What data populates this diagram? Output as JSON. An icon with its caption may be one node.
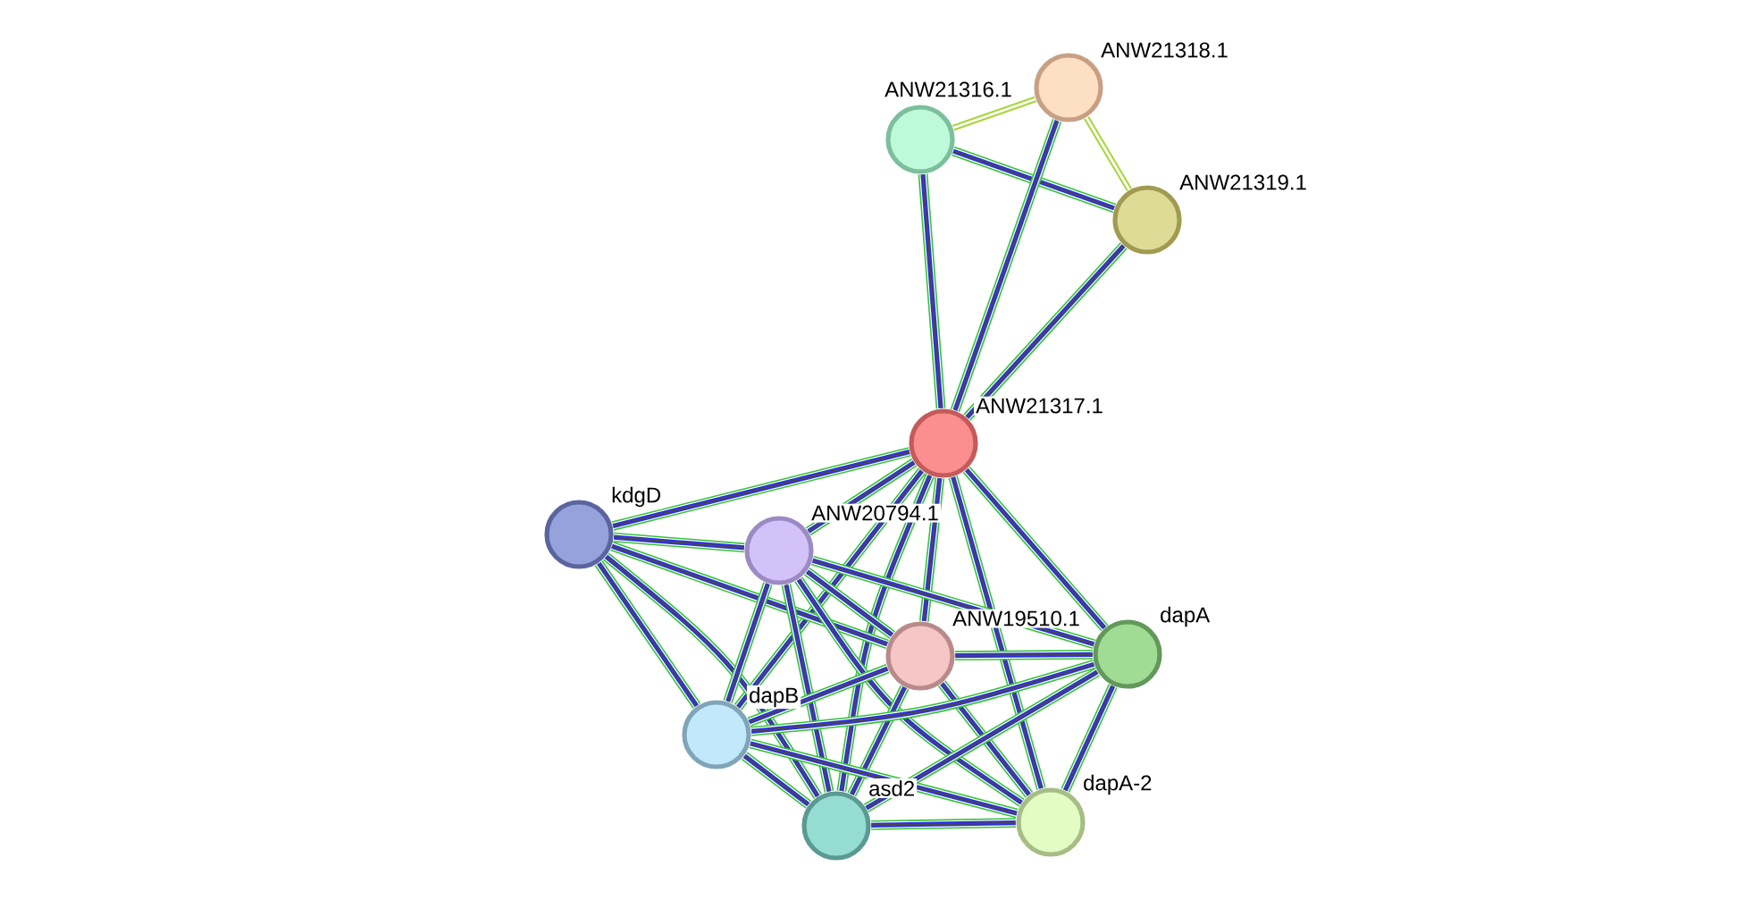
{
  "diagram": {
    "nodes": [
      {
        "text": [
          "ANW21318.1"
        ]
      },
      {
        "text": [
          "ANW21316.1"
        ]
      },
      {
        "text": [
          "ANW21319.1"
        ]
      },
      {
        "text": [
          "ANW21317.1"
        ]
      },
      {
        "text": [
          "kdgD"
        ]
      },
      {
        "text": [
          "ANW20794.1"
        ]
      },
      {
        "text": [
          "ANW19510.1"
        ]
      },
      {
        "text": [
          "dapA"
        ]
      },
      {
        "text": [
          "dapB"
        ]
      },
      {
        "text": [
          "asd2"
        ]
      },
      {
        "text": [
          "dapA-2"
        ]
      }
    ],
    "edges": [
      {
        "from": 1,
        "to": 0,
        "arrow": "none",
        "color": "#a6d63a"
      },
      {
        "from": 0,
        "to": 2,
        "arrow": "none",
        "color": "#a6d63a"
      },
      {
        "from": 1,
        "to": 2,
        "arrow": "none"
      },
      {
        "from": 1,
        "to": 3,
        "arrow": "none"
      },
      {
        "from": 0,
        "to": 3,
        "arrow": "none"
      },
      {
        "from": 2,
        "to": 3,
        "arrow": "none"
      },
      {
        "from": 3,
        "to": 4,
        "arrow": "none"
      },
      {
        "from": 3,
        "to": 5,
        "arrow": "none"
      },
      {
        "from": 3,
        "to": 6,
        "arrow": "none"
      },
      {
        "from": 3,
        "to": 7,
        "arrow": "none"
      },
      {
        "from": 3,
        "to": 8,
        "arrow": "none"
      },
      {
        "from": 3,
        "to": 9,
        "arrow": "none"
      },
      {
        "from": 3,
        "to": 10,
        "arrow": "none"
      },
      {
        "from": 4,
        "to": 5,
        "arrow": "none"
      },
      {
        "from": 4,
        "to": 6,
        "arrow": "none"
      },
      {
        "from": 4,
        "to": 8,
        "arrow": "none"
      },
      {
        "from": 4,
        "to": 9,
        "arrow": "none"
      },
      {
        "from": 5,
        "to": 6,
        "arrow": "none"
      },
      {
        "from": 5,
        "to": 7,
        "arrow": "none"
      },
      {
        "from": 5,
        "to": 8,
        "arrow": "none"
      },
      {
        "from": 5,
        "to": 9,
        "arrow": "none"
      },
      {
        "from": 5,
        "to": 10,
        "arrow": "none"
      },
      {
        "from": 6,
        "to": 7,
        "arrow": "none"
      },
      {
        "from": 6,
        "to": 8,
        "arrow": "none"
      },
      {
        "from": 6,
        "to": 9,
        "arrow": "none"
      },
      {
        "from": 6,
        "to": 10,
        "arrow": "none"
      },
      {
        "from": 7,
        "to": 8,
        "arrow": "none"
      },
      {
        "from": 7,
        "to": 9,
        "arrow": "none"
      },
      {
        "from": 7,
        "to": 10,
        "arrow": "none"
      },
      {
        "from": 8,
        "to": 9,
        "arrow": "none"
      },
      {
        "from": 8,
        "to": 10,
        "arrow": "none"
      },
      {
        "from": 9,
        "to": 10,
        "arrow": "none"
      }
    ]
  }
}
